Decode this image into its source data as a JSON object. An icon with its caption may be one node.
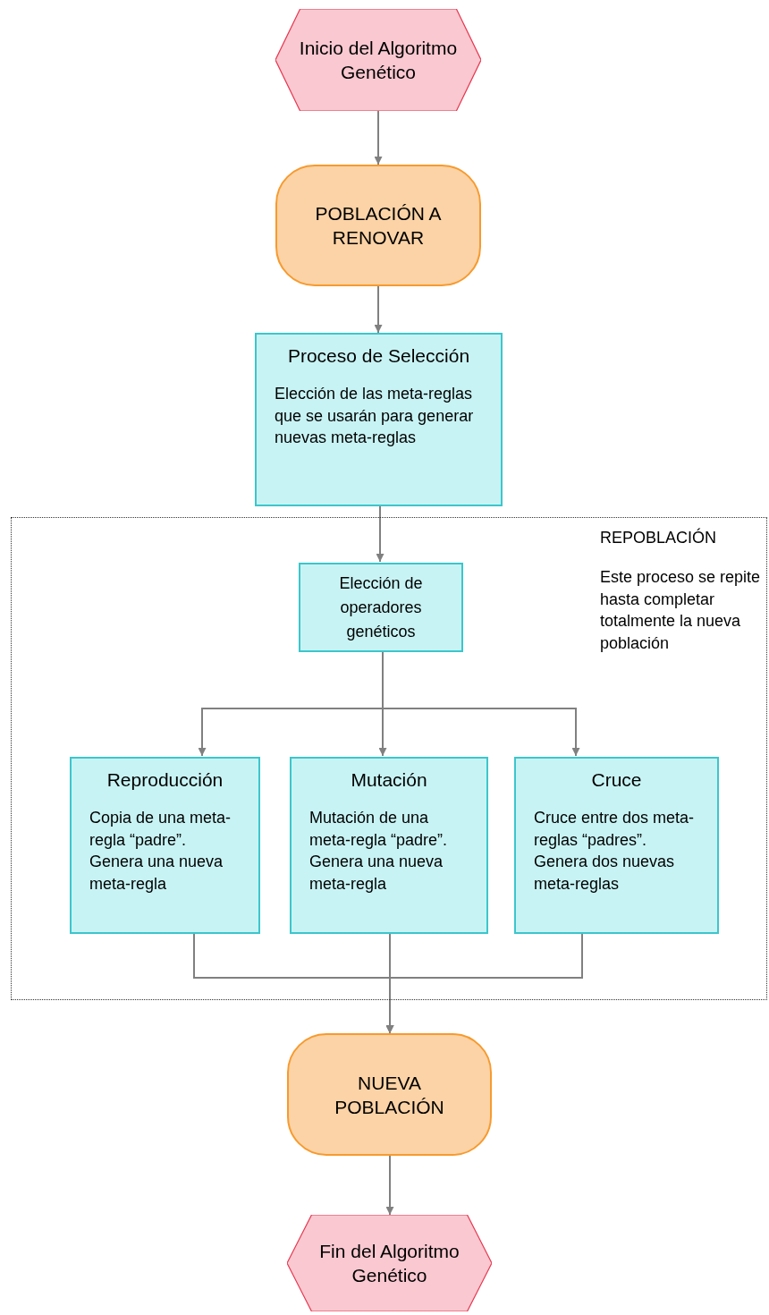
{
  "diagram": {
    "nodes": [
      {
        "text": [
          "Inicio del Algoritmo Genético"
        ]
      },
      {
        "text": [
          "POBLACIÓN A RENOVAR"
        ]
      },
      {
        "text": [
          "Proceso de Selección",
          "Elección de las meta-reglas que se usarán para generar nuevas meta-reglas"
        ]
      },
      {
        "text": [
          "REPOBLACIÓN",
          "Este proceso se repite hasta completar totalmente la nueva población"
        ]
      },
      {
        "text": [
          "Elección de operadores genéticos"
        ],
        "in": 3
      },
      {
        "text": [
          "Reproducción",
          "Copia de una meta-regla “padre”. Genera una nueva meta-regla"
        ],
        "in": 3
      },
      {
        "text": [
          "Mutación",
          "Mutación de una meta-regla “padre”. Genera una nueva meta-regla"
        ],
        "in": 3
      },
      {
        "text": [
          "Cruce",
          "Cruce entre dos meta-reglas “padres”. Genera dos nuevas meta-reglas"
        ],
        "in": 3
      },
      {
        "text": [
          "NUEVA POBLACIÓN"
        ]
      },
      {
        "text": [
          "Fin del Algoritmo Genético"
        ]
      }
    ],
    "edges": [
      {
        "from": 0,
        "to": 1,
        "arrow": "to"
      },
      {
        "from": 1,
        "to": 2,
        "arrow": "to"
      },
      {
        "from": 2,
        "to": 4,
        "arrow": "to"
      },
      {
        "from": 4,
        "to": 5,
        "arrow": "to"
      },
      {
        "from": 4,
        "to": 6,
        "arrow": "to"
      },
      {
        "from": 4,
        "to": 7,
        "arrow": "to"
      },
      {
        "from": 5,
        "to": 8,
        "arrow": "to"
      },
      {
        "from": 6,
        "to": 8,
        "arrow": "to"
      },
      {
        "from": 7,
        "to": 8,
        "arrow": "to"
      },
      {
        "from": 8,
        "to": 9,
        "arrow": "to"
      }
    ]
  }
}
